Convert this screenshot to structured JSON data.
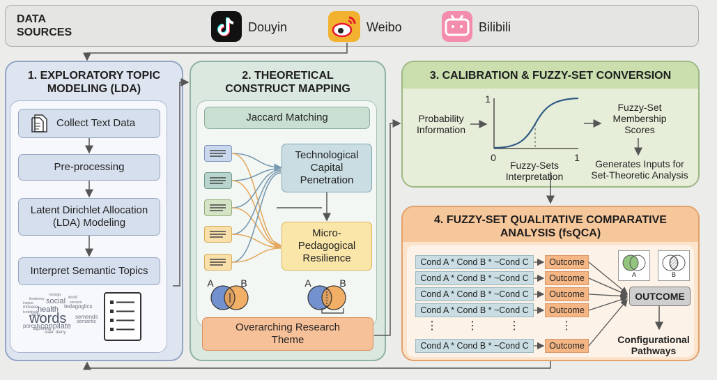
{
  "sources": {
    "label_line1": "DATA",
    "label_line2": "SOURCES",
    "platforms": [
      {
        "name": "Douyin",
        "icon": "douyin-icon",
        "color": "#111111"
      },
      {
        "name": "Weibo",
        "icon": "weibo-icon",
        "color": "#e6162d"
      },
      {
        "name": "Bilibili",
        "icon": "bilibili-icon",
        "color": "#f07a9c"
      }
    ]
  },
  "panel1": {
    "title_line1": "1. EXPLORATORY TOPIC",
    "title_line2": "MODELING (LDA)",
    "steps": [
      "Collect Text Data",
      "Pre-processing",
      "Latent Dirichlet Allocation",
      "(LDA) Modeling",
      "Interpret Semantic Topics"
    ],
    "wordcloud": [
      "words",
      "social",
      "health",
      "tedagoglics",
      "conpilate",
      "semends",
      "semantic",
      "porcsh",
      "word",
      "monase",
      "perlly",
      "sonsent",
      "missigly",
      "freshexey",
      "lcrdetieals",
      "inspoe",
      "dainy",
      "slaar",
      "tugsnning"
    ]
  },
  "panel2": {
    "title_line1": "2. THEORETICAL",
    "title_line2": "CONSTRUCT MAPPING",
    "jaccard": "Jaccard Matching",
    "construct1": [
      "Technological",
      "Capital",
      "Penetration"
    ],
    "construct2": [
      "Micro-",
      "Pedagogical",
      "Resilience"
    ],
    "venn_a": "A",
    "venn_b": "B",
    "theme_line1": "Overarching Research",
    "theme_line2": "Theme"
  },
  "panel3": {
    "title": "3.  CALIBRATION & FUZZY-SET CONVERSION",
    "input_line1": "Probability",
    "input_line2": "Information",
    "axis_y_top": "1",
    "axis_origin": "0",
    "axis_x_end": "1",
    "interp_line1": "Fuzzy-Sets",
    "interp_line2": "Interpretation",
    "output_line1": "Fuzzy-Set",
    "output_line2": "Membership",
    "output_line3": "Scores",
    "gen_line1": "Generates Inputs for",
    "gen_line2": "Set-Theoretic Analysis"
  },
  "panel4": {
    "title_line1": "4.  FUZZY-SET QUALITATIVE COMPARATIVE",
    "title_line2": "ANALYSIS (fsQCA)",
    "conditions": [
      "Cond A * Cond B * ~Cond C",
      "Cond A * Cond B * ~Cond C",
      "Cond A * Cond B * ~Cond C",
      "Cond A * Cond B * ~Cond C",
      "Cond A * Cond B * ~Cond C"
    ],
    "outcome": "Outcome",
    "ellipsis": "⋮",
    "outcome_main": "OUTCOME",
    "venn_a": "A",
    "venn_b": "B",
    "result_line1": "Configurational",
    "result_line2": "Pathways"
  },
  "colors": {
    "panel1_bg": "#dfe5f0",
    "panel2_bg": "#dbe8e0",
    "panel3_bg": "#e6eed9",
    "panel4_bg": "#fbe3cc",
    "accent_blue": "#c9dde3",
    "accent_orange": "#f4b685"
  }
}
